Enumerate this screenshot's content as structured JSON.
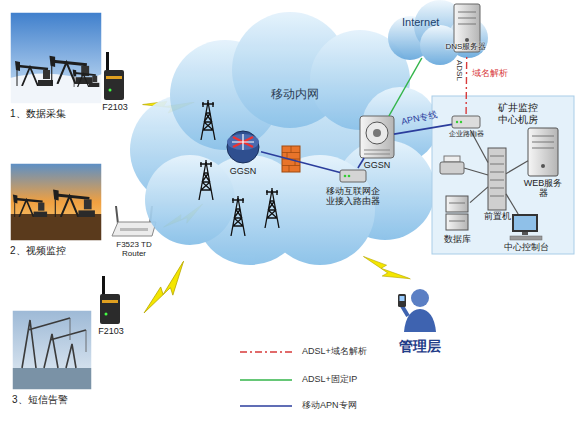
{
  "diagram": {
    "nodes": [
      {
        "text": [
          "1、数据采集"
        ]
      },
      {
        "text": [
          "F2103"
        ]
      },
      {
        "text": [
          "2、视频监控"
        ]
      },
      {
        "text": [
          "F3523 TD Router"
        ]
      },
      {
        "text": [
          "3、短信告警"
        ]
      },
      {
        "text": [
          "F2103"
        ]
      },
      {
        "text": [
          "移动内网"
        ]
      },
      {
        "text": [
          "GGSN"
        ],
        "in": 6
      },
      {
        "text": [
          "GGSN"
        ],
        "in": 6
      },
      {
        "text": [
          "移动互联网企业接入路由器"
        ],
        "in": 6
      },
      {
        "text": [
          "Internet"
        ]
      },
      {
        "text": [
          "DNS服务器"
        ]
      },
      {
        "text": [
          "矿井监控中心机房"
        ]
      },
      {
        "text": [
          "企业路由器"
        ],
        "in": 12
      },
      {
        "text": [
          "前置机"
        ],
        "in": 12
      },
      {
        "text": [
          "WEB服务器"
        ],
        "in": 12
      },
      {
        "text": [
          "数据库"
        ],
        "in": 12
      },
      {
        "text": [
          "中心控制台"
        ],
        "in": 12
      },
      {
        "text": [
          "管理层"
        ]
      }
    ],
    "edges": [
      {
        "from": 7,
        "to": 9,
        "arrow": "none"
      },
      {
        "from": 8,
        "to": 13,
        "label": "APN专线",
        "arrow": "none"
      },
      {
        "from": 8,
        "to": 10,
        "arrow": "none"
      },
      {
        "from": 13,
        "to": 11,
        "label": "域名解析",
        "arrow": "none"
      },
      {
        "from": 13,
        "to": 14,
        "arrow": "none"
      },
      {
        "from": 14,
        "to": 15,
        "arrow": "none"
      },
      {
        "from": 14,
        "to": 16,
        "arrow": "none"
      },
      {
        "from": 14,
        "to": 17,
        "arrow": "none"
      },
      {
        "from": 9,
        "to": 8,
        "arrow": "none"
      }
    ],
    "labels": [
      "ADSL"
    ],
    "legend": [
      {
        "text": "ADSL+域名解析"
      },
      {
        "text": "ADSL+固定IP"
      },
      {
        "text": "移动APN专网"
      }
    ]
  }
}
